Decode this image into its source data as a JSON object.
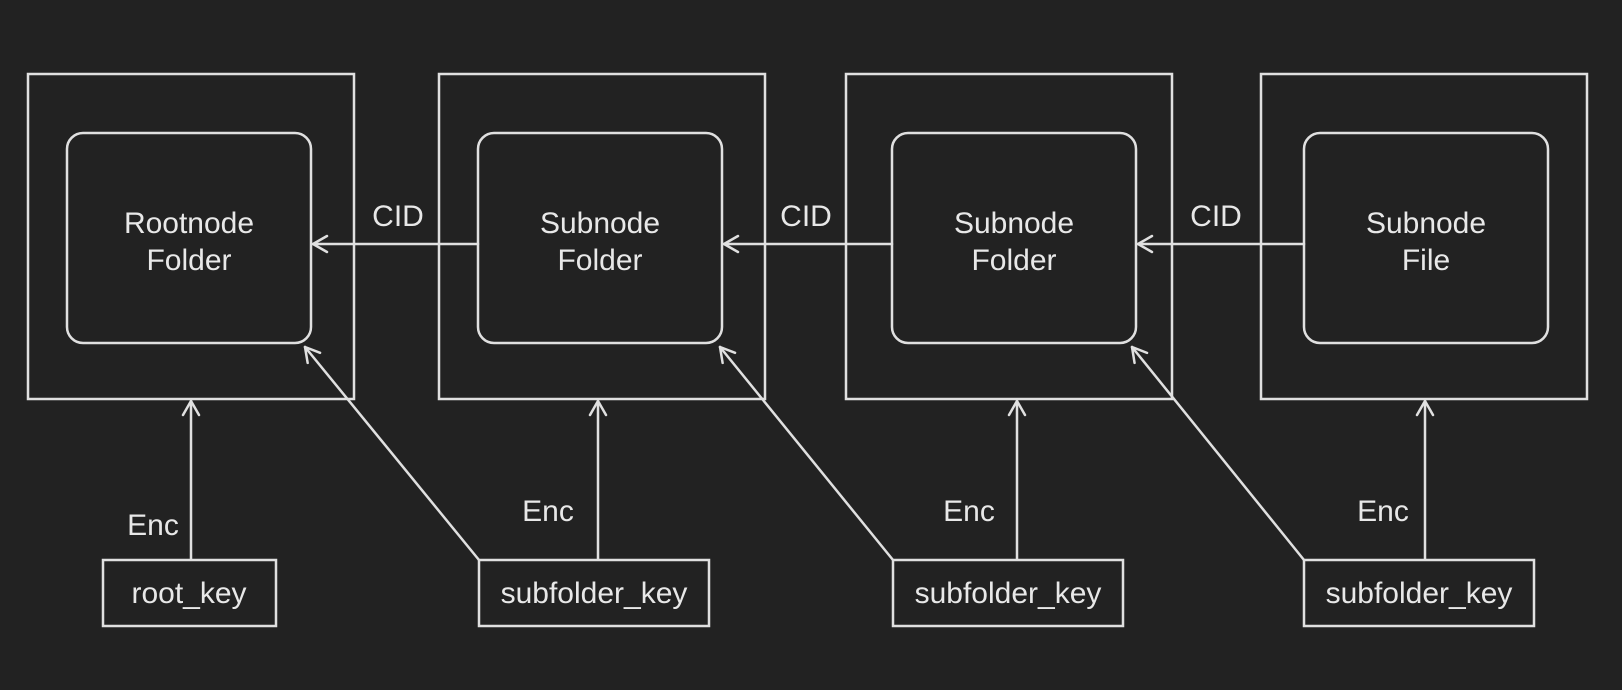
{
  "colors": {
    "background": "#222222",
    "stroke": "#e0e0e0",
    "text": "#e8e8e8"
  },
  "nodes": [
    {
      "line1": "Rootnode",
      "line2": "Folder",
      "key": "root_key",
      "enc_label": "Enc"
    },
    {
      "line1": "Subnode",
      "line2": "Folder",
      "key": "subfolder_key",
      "enc_label": "Enc"
    },
    {
      "line1": "Subnode",
      "line2": "Folder",
      "key": "subfolder_key",
      "enc_label": "Enc"
    },
    {
      "line1": "Subnode",
      "line2": "File",
      "key": "subfolder_key",
      "enc_label": "Enc"
    }
  ],
  "links": [
    {
      "label": "CID"
    },
    {
      "label": "CID"
    },
    {
      "label": "CID"
    }
  ]
}
